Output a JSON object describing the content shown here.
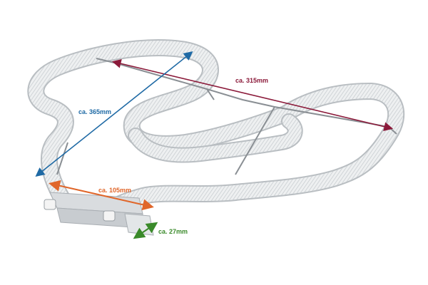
{
  "dimensions": {
    "length": {
      "label": "ca. 315mm",
      "color": "#8b1a3a"
    },
    "diagonal": {
      "label": "ca. 365mm",
      "color": "#1f6aa5"
    },
    "terminal_width": {
      "label": "ca. 105mm",
      "color": "#e0662a"
    },
    "terminal_depth": {
      "label": "ca. 27mm",
      "color": "#3a8a2a"
    }
  },
  "colors": {
    "coil_fill": "#eef0f1",
    "coil_stroke": "#b9bec2",
    "rod": "#8a8f94",
    "bracket": "#d9dcdf",
    "bracket_edge": "#a9aeb3"
  }
}
